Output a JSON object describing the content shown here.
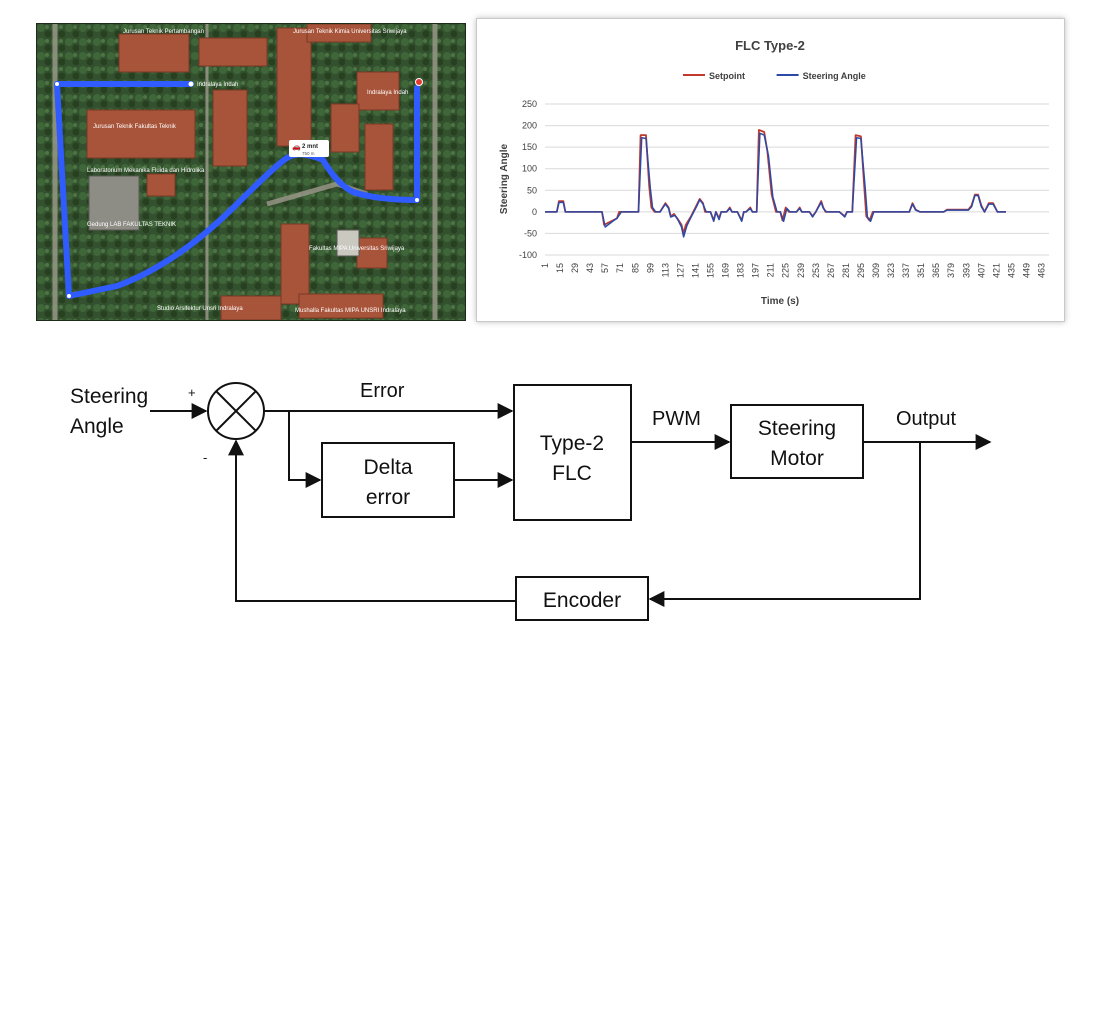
{
  "map": {
    "labels": [
      {
        "text": "Jurusan Teknik Pertambangan"
      },
      {
        "text": "Jurusan Teknik Kimia Universitas Sriwijaya"
      },
      {
        "text": "Indralaya Indah"
      },
      {
        "text": "Indralaya Indah"
      },
      {
        "text": "Jurusan Teknik Fakultas Teknik"
      },
      {
        "text": "Laboratorium Mekanika Fluida dan Hidrolika"
      },
      {
        "text": "Gedung LAB FAKULTAS TEKNIK"
      },
      {
        "text": "Fakultas MIPA Universitas Sriwijaya"
      },
      {
        "text": "Studio Arsitektur Unsri Indralaya"
      },
      {
        "text": "Mushalla Fakultas MIPA UNSRI Indralaya"
      }
    ],
    "route_badge": {
      "time": "2 mnt",
      "distance": "750 m"
    },
    "route_color": "#2f5bff"
  },
  "chart_data": {
    "type": "line",
    "title": "FLC Type-2",
    "xlabel": "Time (s)",
    "ylabel": "Steering Angle",
    "ylim": [
      -100,
      250
    ],
    "yticks": [
      -100,
      -50,
      0,
      50,
      100,
      150,
      200,
      250
    ],
    "xlim": [
      1,
      470
    ],
    "xticks": [
      1,
      15,
      29,
      43,
      57,
      71,
      85,
      99,
      113,
      127,
      141,
      155,
      169,
      183,
      197,
      211,
      225,
      239,
      253,
      267,
      281,
      295,
      309,
      323,
      337,
      351,
      365,
      379,
      393,
      407,
      421,
      435,
      449,
      463
    ],
    "grid": "horizontal",
    "legend_position": "top",
    "series": [
      {
        "name": "Setpoint",
        "color": "#c0392b",
        "points": [
          [
            1,
            0
          ],
          [
            12,
            0
          ],
          [
            14,
            25
          ],
          [
            18,
            25
          ],
          [
            20,
            0
          ],
          [
            54,
            0
          ],
          [
            56,
            -30
          ],
          [
            64,
            -20
          ],
          [
            68,
            -15
          ],
          [
            70,
            0
          ],
          [
            88,
            0
          ],
          [
            90,
            178
          ],
          [
            95,
            178
          ],
          [
            98,
            60
          ],
          [
            100,
            10
          ],
          [
            103,
            0
          ],
          [
            108,
            0
          ],
          [
            113,
            20
          ],
          [
            116,
            10
          ],
          [
            118,
            -10
          ],
          [
            121,
            -5
          ],
          [
            124,
            -15
          ],
          [
            128,
            -30
          ],
          [
            130,
            -50
          ],
          [
            132,
            -30
          ],
          [
            137,
            -10
          ],
          [
            142,
            15
          ],
          [
            145,
            30
          ],
          [
            148,
            20
          ],
          [
            150,
            0
          ],
          [
            155,
            0
          ],
          [
            158,
            -20
          ],
          [
            160,
            0
          ],
          [
            163,
            -15
          ],
          [
            165,
            0
          ],
          [
            170,
            0
          ],
          [
            173,
            10
          ],
          [
            175,
            0
          ],
          [
            180,
            0
          ],
          [
            184,
            -20
          ],
          [
            186,
            0
          ],
          [
            188,
            0
          ],
          [
            192,
            10
          ],
          [
            194,
            0
          ],
          [
            198,
            0
          ],
          [
            200,
            190
          ],
          [
            205,
            185
          ],
          [
            208,
            140
          ],
          [
            212,
            40
          ],
          [
            216,
            0
          ],
          [
            220,
            0
          ],
          [
            222,
            -20
          ],
          [
            225,
            10
          ],
          [
            228,
            0
          ],
          [
            235,
            0
          ],
          [
            238,
            10
          ],
          [
            240,
            0
          ],
          [
            247,
            0
          ],
          [
            250,
            -10
          ],
          [
            253,
            0
          ],
          [
            258,
            25
          ],
          [
            260,
            10
          ],
          [
            262,
            0
          ],
          [
            275,
            0
          ],
          [
            280,
            -10
          ],
          [
            282,
            0
          ],
          [
            287,
            0
          ],
          [
            290,
            178
          ],
          [
            295,
            175
          ],
          [
            298,
            60
          ],
          [
            300,
            -10
          ],
          [
            303,
            -20
          ],
          [
            306,
            0
          ],
          [
            340,
            0
          ],
          [
            343,
            20
          ],
          [
            346,
            5
          ],
          [
            350,
            0
          ],
          [
            372,
            0
          ],
          [
            375,
            5
          ],
          [
            395,
            5
          ],
          [
            398,
            15
          ],
          [
            401,
            40
          ],
          [
            404,
            40
          ],
          [
            407,
            15
          ],
          [
            410,
            0
          ],
          [
            414,
            20
          ],
          [
            418,
            20
          ],
          [
            422,
            0
          ],
          [
            430,
            0
          ]
        ]
      },
      {
        "name": "Steering Angle",
        "color": "#2b4aa8",
        "points": [
          [
            1,
            0
          ],
          [
            12,
            0
          ],
          [
            14,
            22
          ],
          [
            18,
            22
          ],
          [
            20,
            0
          ],
          [
            54,
            0
          ],
          [
            57,
            -35
          ],
          [
            64,
            -22
          ],
          [
            68,
            -15
          ],
          [
            72,
            0
          ],
          [
            88,
            0
          ],
          [
            91,
            172
          ],
          [
            95,
            170
          ],
          [
            99,
            55
          ],
          [
            101,
            10
          ],
          [
            104,
            0
          ],
          [
            108,
            0
          ],
          [
            113,
            18
          ],
          [
            116,
            8
          ],
          [
            118,
            -12
          ],
          [
            122,
            -8
          ],
          [
            125,
            -20
          ],
          [
            128,
            -35
          ],
          [
            130,
            -58
          ],
          [
            133,
            -32
          ],
          [
            137,
            -12
          ],
          [
            142,
            12
          ],
          [
            145,
            28
          ],
          [
            148,
            18
          ],
          [
            151,
            0
          ],
          [
            155,
            0
          ],
          [
            158,
            -22
          ],
          [
            160,
            0
          ],
          [
            163,
            -18
          ],
          [
            165,
            0
          ],
          [
            170,
            0
          ],
          [
            173,
            8
          ],
          [
            175,
            0
          ],
          [
            180,
            0
          ],
          [
            184,
            -22
          ],
          [
            186,
            0
          ],
          [
            188,
            0
          ],
          [
            192,
            8
          ],
          [
            194,
            0
          ],
          [
            198,
            0
          ],
          [
            201,
            182
          ],
          [
            205,
            178
          ],
          [
            209,
            130
          ],
          [
            213,
            35
          ],
          [
            217,
            0
          ],
          [
            220,
            0
          ],
          [
            223,
            -22
          ],
          [
            226,
            8
          ],
          [
            229,
            0
          ],
          [
            235,
            0
          ],
          [
            238,
            8
          ],
          [
            240,
            0
          ],
          [
            247,
            0
          ],
          [
            250,
            -12
          ],
          [
            253,
            0
          ],
          [
            258,
            22
          ],
          [
            260,
            8
          ],
          [
            263,
            0
          ],
          [
            275,
            0
          ],
          [
            280,
            -12
          ],
          [
            282,
            0
          ],
          [
            287,
            0
          ],
          [
            291,
            172
          ],
          [
            295,
            170
          ],
          [
            299,
            55
          ],
          [
            301,
            -12
          ],
          [
            304,
            -22
          ],
          [
            307,
            0
          ],
          [
            340,
            0
          ],
          [
            343,
            18
          ],
          [
            346,
            4
          ],
          [
            350,
            0
          ],
          [
            372,
            0
          ],
          [
            375,
            4
          ],
          [
            395,
            4
          ],
          [
            398,
            12
          ],
          [
            401,
            38
          ],
          [
            404,
            38
          ],
          [
            407,
            12
          ],
          [
            410,
            0
          ],
          [
            414,
            18
          ],
          [
            418,
            18
          ],
          [
            422,
            0
          ],
          [
            430,
            0
          ]
        ]
      }
    ]
  },
  "diagram": {
    "input_label_line1": "Steering",
    "input_label_line2": "Angle",
    "plus_sign": "+",
    "minus_sign": "-",
    "error_label": "Error",
    "delta_line1": "Delta",
    "delta_line2": "error",
    "flc_line1": "Type-2",
    "flc_line2": "FLC",
    "pwm_label": "PWM",
    "motor_line1": "Steering",
    "motor_line2": "Motor",
    "output_label": "Output",
    "encoder_label": "Encoder"
  }
}
